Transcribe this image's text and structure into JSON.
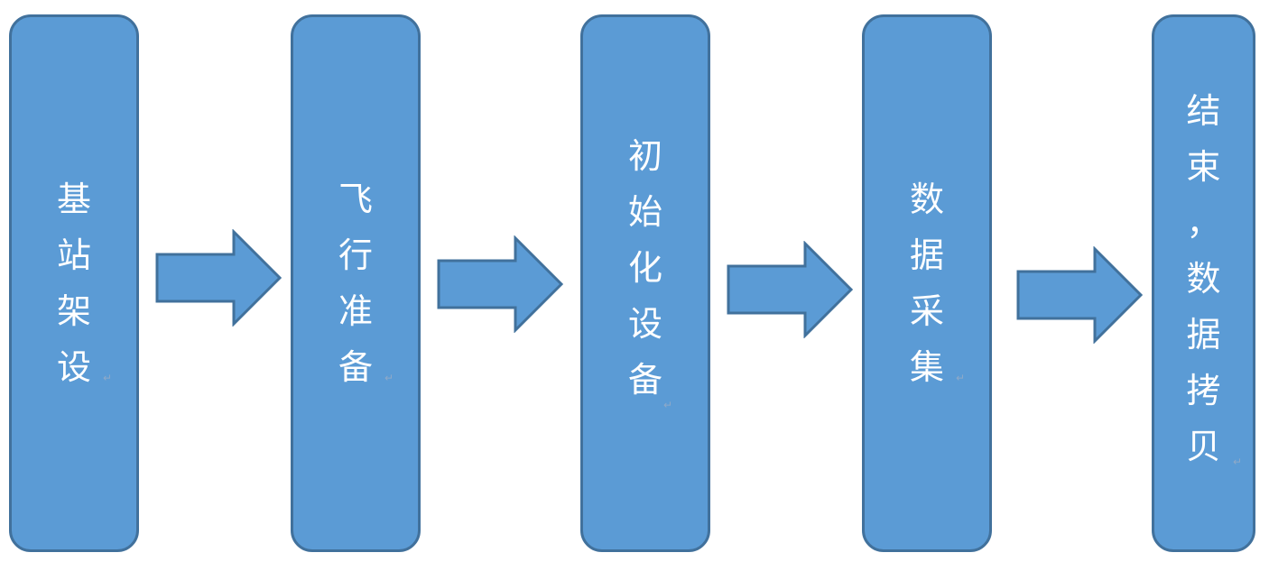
{
  "flow": {
    "steps": [
      {
        "id": "base-station-setup",
        "label": "基站架设"
      },
      {
        "id": "flight-prep",
        "label": "飞行准备"
      },
      {
        "id": "init-device",
        "label": "初始化设备"
      },
      {
        "id": "data-collection",
        "label": "数据采集"
      },
      {
        "id": "end-copy-data",
        "label": "结束，数据拷贝"
      }
    ],
    "paragraph_mark": "↵"
  },
  "colors": {
    "box_fill": "#5b9bd5",
    "box_border": "#41719c",
    "text": "#ffffff"
  },
  "icons": {
    "arrow": "right-arrow-icon",
    "paragraph_mark": "paragraph-mark-icon"
  }
}
